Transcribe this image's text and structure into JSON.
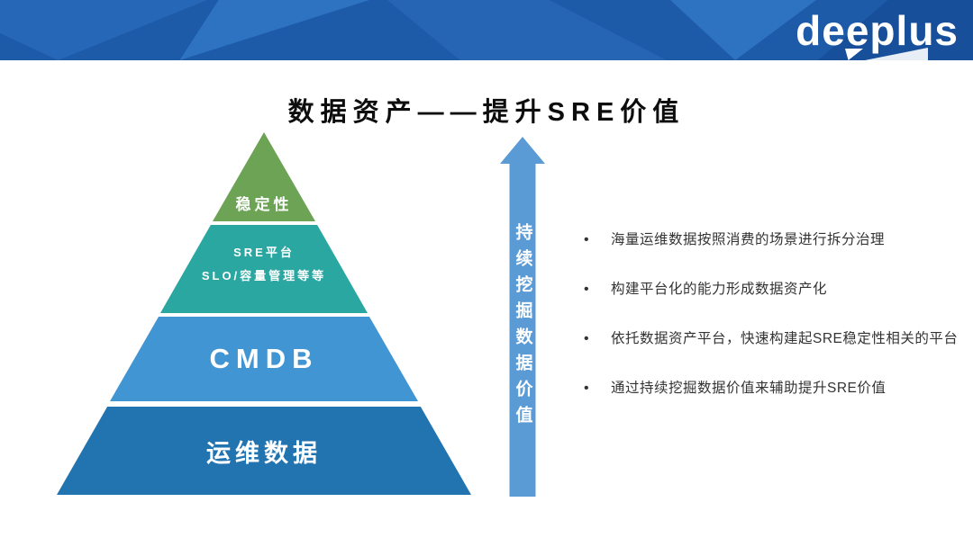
{
  "header": {
    "logo": "deeplus",
    "bg_color": "#1d5ba9",
    "shape_colors": [
      "#2767b7",
      "#2e72c2",
      "#2565b3",
      "#174f9b"
    ]
  },
  "title": "数据资产——提升SRE价值",
  "pyramid": {
    "levels": [
      {
        "lines": [
          "稳定性"
        ],
        "color": "#6ca355"
      },
      {
        "lines": [
          "SRE平台",
          "SLO/容量管理等等"
        ],
        "color": "#2ba7a2"
      },
      {
        "lines": [
          "CMDB"
        ],
        "color": "#4295d3"
      },
      {
        "lines": [
          "运维数据"
        ],
        "color": "#2274b1"
      }
    ]
  },
  "arrow": {
    "label": "持续挖掘数据价值",
    "color": "#5b9bd5"
  },
  "bullets": [
    {
      "marker": "•",
      "text": "海量运维数据按照消费的场景进行拆分治理"
    },
    {
      "marker": "•",
      "text": "构建平台化的能力形成数据资产化"
    },
    {
      "marker": "•",
      "text": "依托数据资产平台，快速构建起SRE稳定性相关的平台"
    },
    {
      "marker": "•",
      "text": "通过持续挖掘数据价值来辅助提升SRE价值"
    }
  ]
}
